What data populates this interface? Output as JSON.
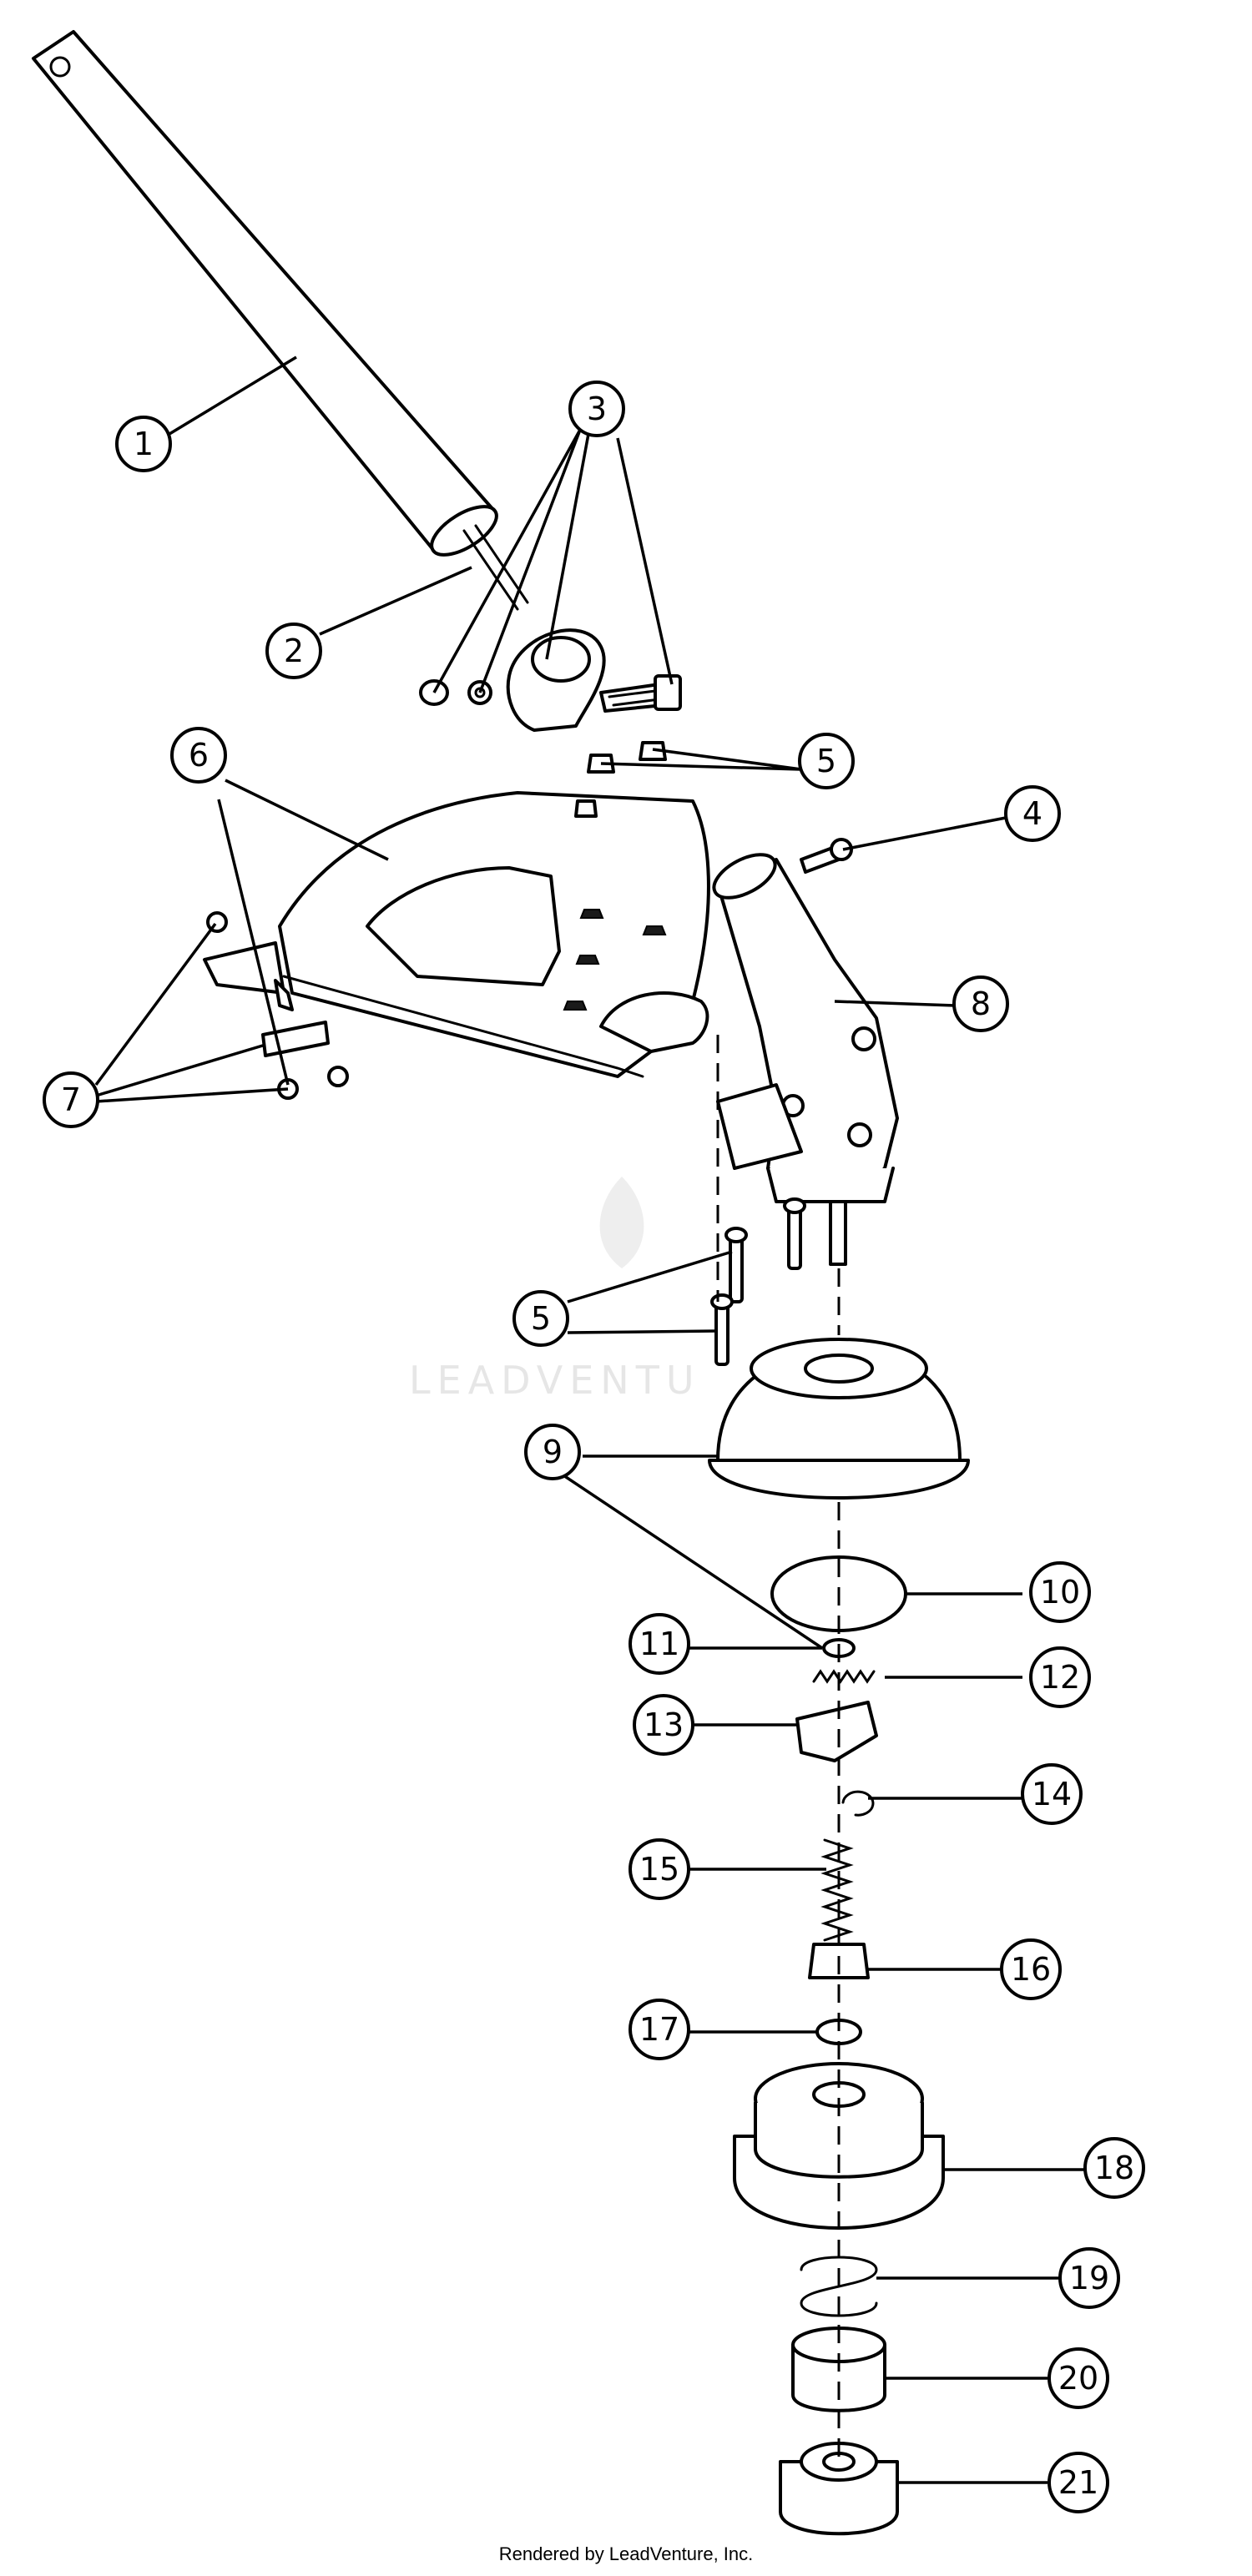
{
  "watermark": "LEADVENTU",
  "footer": {
    "credit": "Rendered by LeadVenture, Inc."
  },
  "callouts": [
    "1",
    "2",
    "3",
    "4",
    "5",
    "5",
    "6",
    "7",
    "8",
    "9",
    "10",
    "11",
    "12",
    "13",
    "14",
    "15",
    "16",
    "17",
    "18",
    "19",
    "20",
    "21"
  ]
}
